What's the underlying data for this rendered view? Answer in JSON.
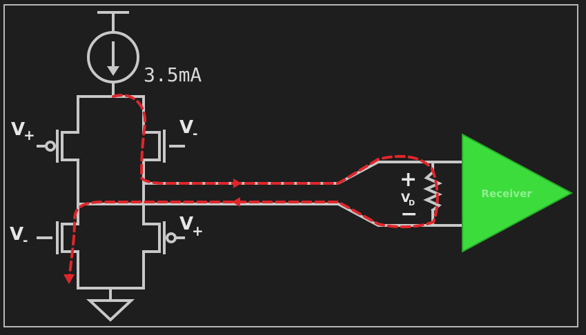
{
  "diagram": {
    "current_source": {
      "label": "3.5mA"
    },
    "transistors": {
      "top_left_gate": "V",
      "top_left_sign": "+",
      "top_right_gate": "V",
      "top_right_sign": "-",
      "bottom_left_gate": "V",
      "bottom_left_sign": "-",
      "bottom_right_gate": "V",
      "bottom_right_sign": "+"
    },
    "termination": {
      "plus": "+",
      "minus": "−",
      "vd_main": "V",
      "vd_sub": "D"
    },
    "receiver": {
      "label": "Receiver"
    },
    "colors": {
      "background": "#1e1e1e",
      "wire": "#c8c8c8",
      "current_path": "#e0262a",
      "receiver": "#3ddc3d",
      "receiver_text": "#8ef08e"
    }
  }
}
